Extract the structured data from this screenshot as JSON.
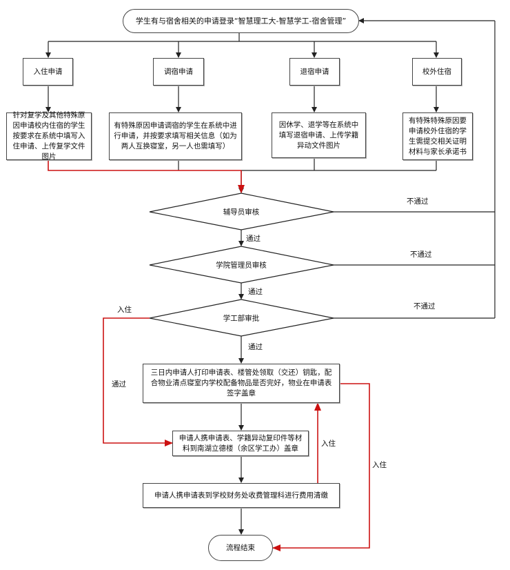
{
  "start": "学生有与宿舍相关的申请登录“智慧理工大-智慧学工-宿舍管理”",
  "types": [
    {
      "title": "入住申请",
      "detail": "针对复学及其他特殊原因申请校内住宿的学生按要求在系统中填写入住申请、上传复学文件图片"
    },
    {
      "title": "调宿申请",
      "detail": "有特殊原因申请调宿的学生在系统中进行申请，并按要求填写相关信息（如为两人互换寝室，另一人也需填写）"
    },
    {
      "title": "退宿申请",
      "detail": "因休学、退学等在系统中填写退宿申请、上传学籍异动文件图片"
    },
    {
      "title": "校外住宿",
      "detail": "有特殊特殊原因要申请校外住宿的学生需提交相关证明材料与家长承诺书"
    }
  ],
  "reviews": [
    "辅导员审核",
    "学院管理员审核",
    "学工部审批"
  ],
  "labels": {
    "pass": "通过",
    "fail": "不通过",
    "move_in": "入住"
  },
  "steps": [
    "三日内申请人打印申请表、楼管处领取（交还）钥匙，配合物业清点寝室内学校配备物品是否完好，物业在申请表签字盖章",
    "申请人携申请表、学籍异动复印件等材料到南湖立德楼（余区学工办）盖章",
    "申请人携申请表到学校财务处收费管理科进行费用清缴"
  ],
  "end": "流程结束",
  "colors": {
    "line": "#222222",
    "highlight": "#cc1111"
  }
}
